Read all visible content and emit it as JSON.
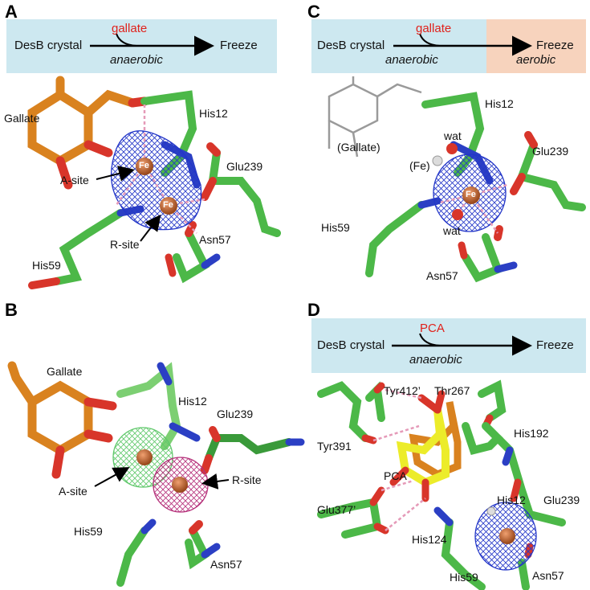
{
  "panels": {
    "A": {
      "letter": "A",
      "scheme": {
        "start": "DesB crystal",
        "reagent": "gallate",
        "end": "Freeze",
        "condition": "anaerobic"
      },
      "labels": {
        "gallate": "Gallate",
        "his12": "His12",
        "glu239": "Glu239",
        "a_site": "A-site",
        "r_site": "R-site",
        "asn57": "Asn57",
        "his59": "His59",
        "fe1": "Fe",
        "fe2": "Fe"
      }
    },
    "B": {
      "letter": "B",
      "labels": {
        "gallate": "Gallate",
        "his12": "His12",
        "glu239": "Glu239",
        "a_site": "A-site",
        "r_site": "R-site",
        "his59": "His59",
        "asn57": "Asn57"
      }
    },
    "C": {
      "letter": "C",
      "scheme": {
        "start": "DesB crystal",
        "reagent": "gallate",
        "end": "Freeze",
        "condition1": "anaerobic",
        "condition2": "aerobic"
      },
      "labels": {
        "his12": "His12",
        "gallate": "(Gallate)",
        "wat1": "wat",
        "fe_paren": "(Fe)",
        "glu239": "Glu239",
        "fe": "Fe",
        "wat2": "wat",
        "his59": "His59",
        "asn57": "Asn57"
      }
    },
    "D": {
      "letter": "D",
      "scheme": {
        "start": "DesB crystal",
        "reagent": "PCA",
        "end": "Freeze",
        "condition": "anaerobic"
      },
      "labels": {
        "tyr412": "Tyr412’",
        "thr267": "Thr267",
        "his192": "His192",
        "tyr391": "Tyr391",
        "pca": "PCA",
        "his12": "His12",
        "glu239": "Glu239",
        "glu377": "Glu377’",
        "his124": "His124",
        "his59": "His59",
        "asn57": "Asn57"
      }
    }
  },
  "colors": {
    "scheme_blue": "#cde8f0",
    "scheme_peach": "#f7d3bd",
    "carbon_green": "#4cb848",
    "gallate_orange": "#d9821f",
    "pca_yellow": "#ecec2a",
    "oxygen_red": "#d8352a",
    "nitrogen_blue": "#2b3fc4",
    "mesh_blue": "#2336c8",
    "mesh_green": "#5fc86a",
    "mesh_magenta": "#b5307a",
    "iron": "#b8602a",
    "hbond_pink": "#e59ab8"
  }
}
